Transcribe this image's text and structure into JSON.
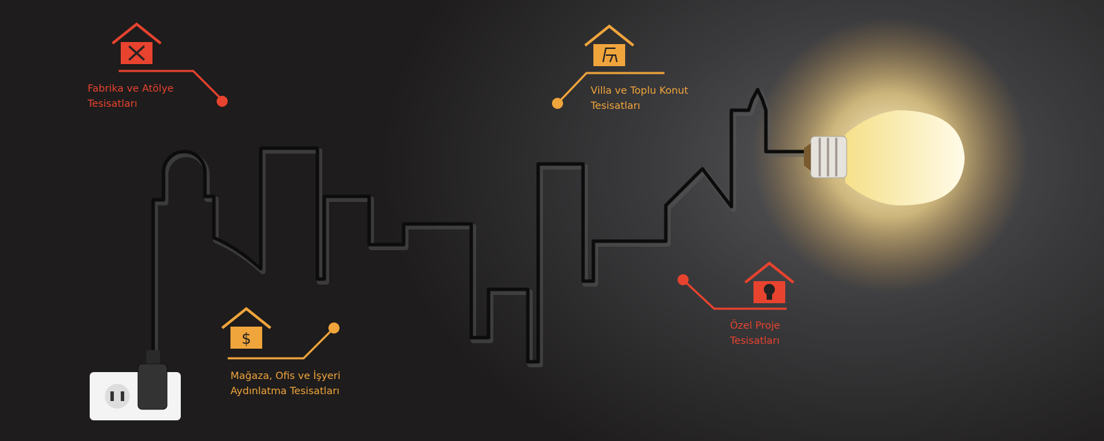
{
  "colors": {
    "red": "#e8432f",
    "orange": "#f0a53c",
    "background": "#232121"
  },
  "services": [
    {
      "line1": "Fabrika ve Atölye",
      "line2": "Tesisatları",
      "icon": "house-tools-icon"
    },
    {
      "line1": "Villa ve Toplu Konut",
      "line2": "Tesisatları",
      "icon": "house-chair-icon"
    },
    {
      "line1": "Mağaza, Ofis ve İşyeri",
      "line2": "Aydınlatma Tesisatları",
      "icon": "house-dollar-icon"
    },
    {
      "line1": "Özel Proje",
      "line2": "Tesisatları",
      "icon": "house-bulb-icon"
    }
  ]
}
